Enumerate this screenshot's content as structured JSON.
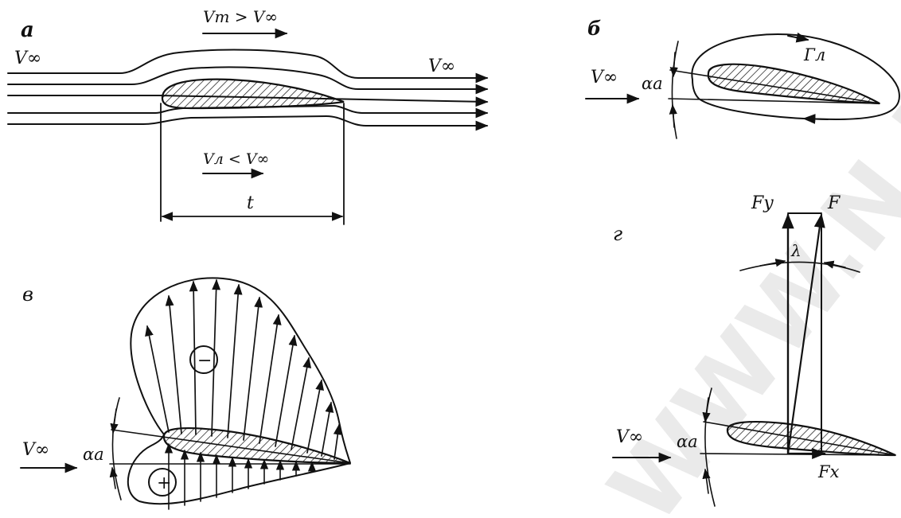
{
  "watermark": "WWW.N.D.SYKHOGO",
  "panel_a": {
    "letter": "а",
    "v_inf_left": "V∞",
    "v_inf_right": "V∞",
    "v_upper": "Vт > V∞",
    "v_lower": "Vл < V∞",
    "chord": "t"
  },
  "panel_b": {
    "letter": "б",
    "v_inf": "V∞",
    "alpha": "αa",
    "circulation": "Гл"
  },
  "panel_v": {
    "letter": "в",
    "v_inf": "V∞",
    "alpha": "αa",
    "minus": "−",
    "plus": "+"
  },
  "panel_g": {
    "letter": "г",
    "fy": "Fy",
    "f": "F",
    "lambda": "λ",
    "v_inf": "V∞",
    "alpha": "αa",
    "fx": "Fx"
  }
}
